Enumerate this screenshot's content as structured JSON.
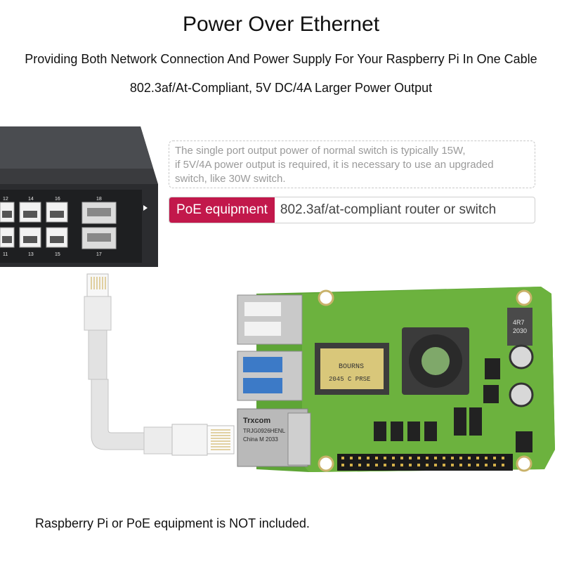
{
  "header": {
    "title": "Power Over Ethernet",
    "subtitle": "Providing Both Network Connection And Power Supply For Your Raspberry Pi In One Cable",
    "spec": "802.3af/At-Compliant, 5V DC/4A Larger Power Output"
  },
  "note": {
    "lines": [
      "The single port output power of normal switch is typically 15W,",
      "if 5V/4A power output is required, it is necessary to use an upgraded",
      "switch, like 30W switch."
    ]
  },
  "poe": {
    "label": "PoE equipment",
    "description": "802.3af/at-compliant router or switch"
  },
  "switch": {
    "port_numbers_top": [
      "12",
      "14",
      "16",
      "18"
    ],
    "port_numbers_bottom": [
      "11",
      "13",
      "15",
      "17"
    ]
  },
  "board": {
    "chip_text": [
      "BOURNS",
      "2045 C PRSE"
    ],
    "jack_text": [
      "Trxcom",
      "TRJG0926HENL",
      "China M 2033"
    ],
    "inductor_text": [
      "4R7",
      "2030"
    ]
  },
  "footer": {
    "note": "Raspberry Pi or PoE equipment is NOT included."
  },
  "colors": {
    "accent": "#c2184b",
    "pcb_green": "#5ea536",
    "switch_body": "#3a3b3e",
    "cable": "#e4e4e4"
  }
}
